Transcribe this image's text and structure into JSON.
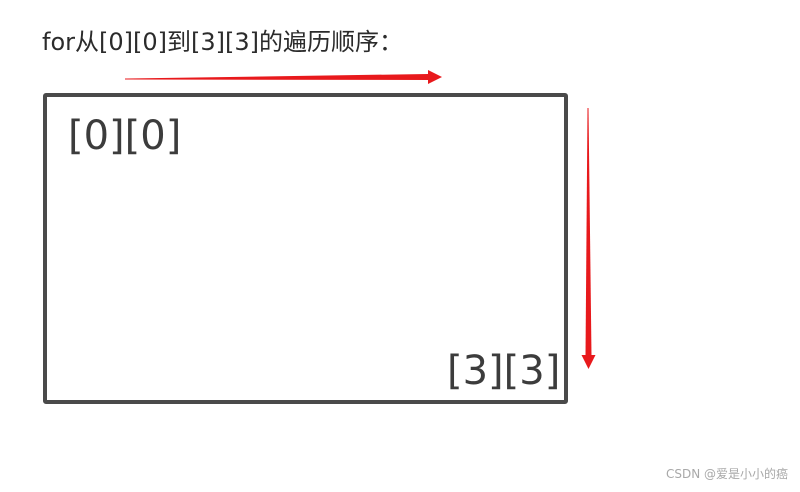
{
  "diagram": {
    "title": "for从[0][0]到[3][3]的遍历顺序：",
    "start_label": "[0][0]",
    "end_label": "[3][3]",
    "arrow_color": "#e8191c",
    "box_border_color": "#4a4a4a"
  },
  "watermark": {
    "text": "CSDN @爱是小小的癌"
  }
}
